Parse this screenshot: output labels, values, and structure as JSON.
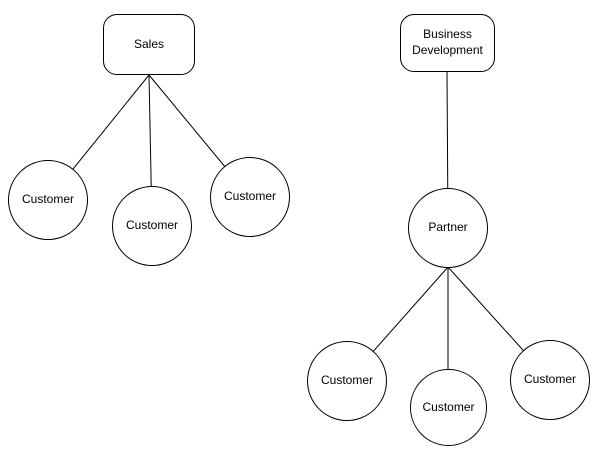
{
  "diagram": {
    "background_color": "#ffffff",
    "stroke_color": "#000000",
    "sales_tree": {
      "root_label": "Sales",
      "children": [
        "Customer",
        "Customer",
        "Customer"
      ]
    },
    "bizdev_tree": {
      "root_label": "Business Development",
      "partner_label": "Partner",
      "children": [
        "Customer",
        "Customer",
        "Customer"
      ]
    }
  }
}
